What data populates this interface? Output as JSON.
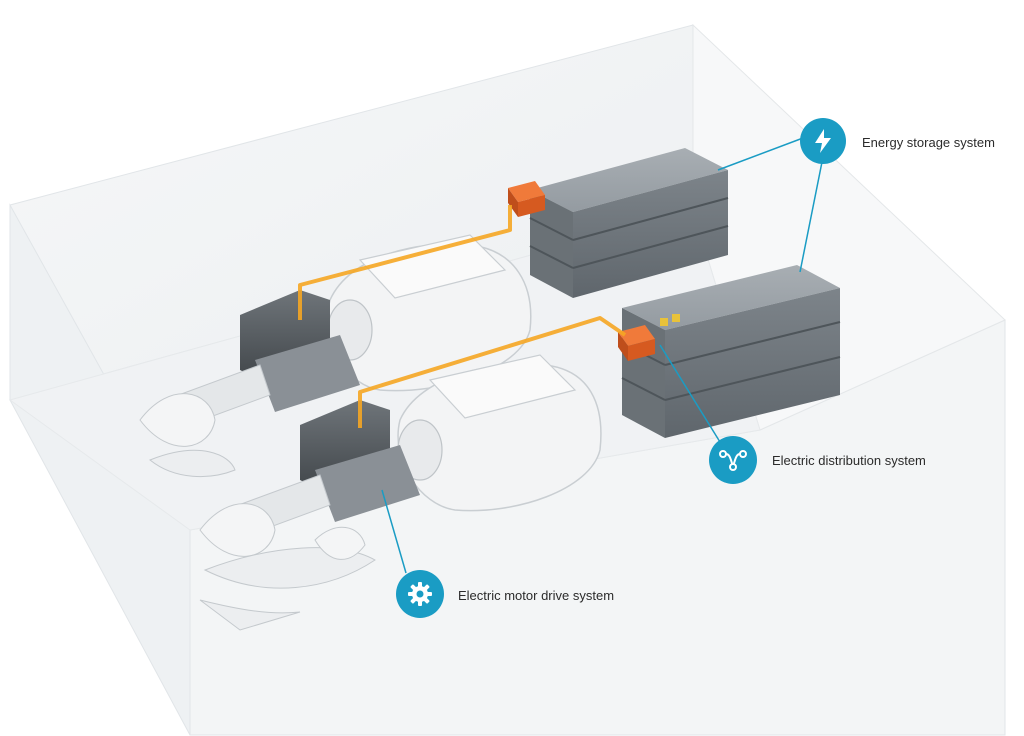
{
  "colors": {
    "accent": "#1a9cc4",
    "cable": "#f5a623",
    "connector": "#e8652a",
    "battery": "#8c9298",
    "hull": "#f1f3f4"
  },
  "callouts": [
    {
      "label": "Energy storage system",
      "icon": "lightning-bolt-icon"
    },
    {
      "label": "Electric distribution system",
      "icon": "distribution-branch-icon"
    },
    {
      "label": "Electric motor drive system",
      "icon": "gear-icon"
    }
  ]
}
